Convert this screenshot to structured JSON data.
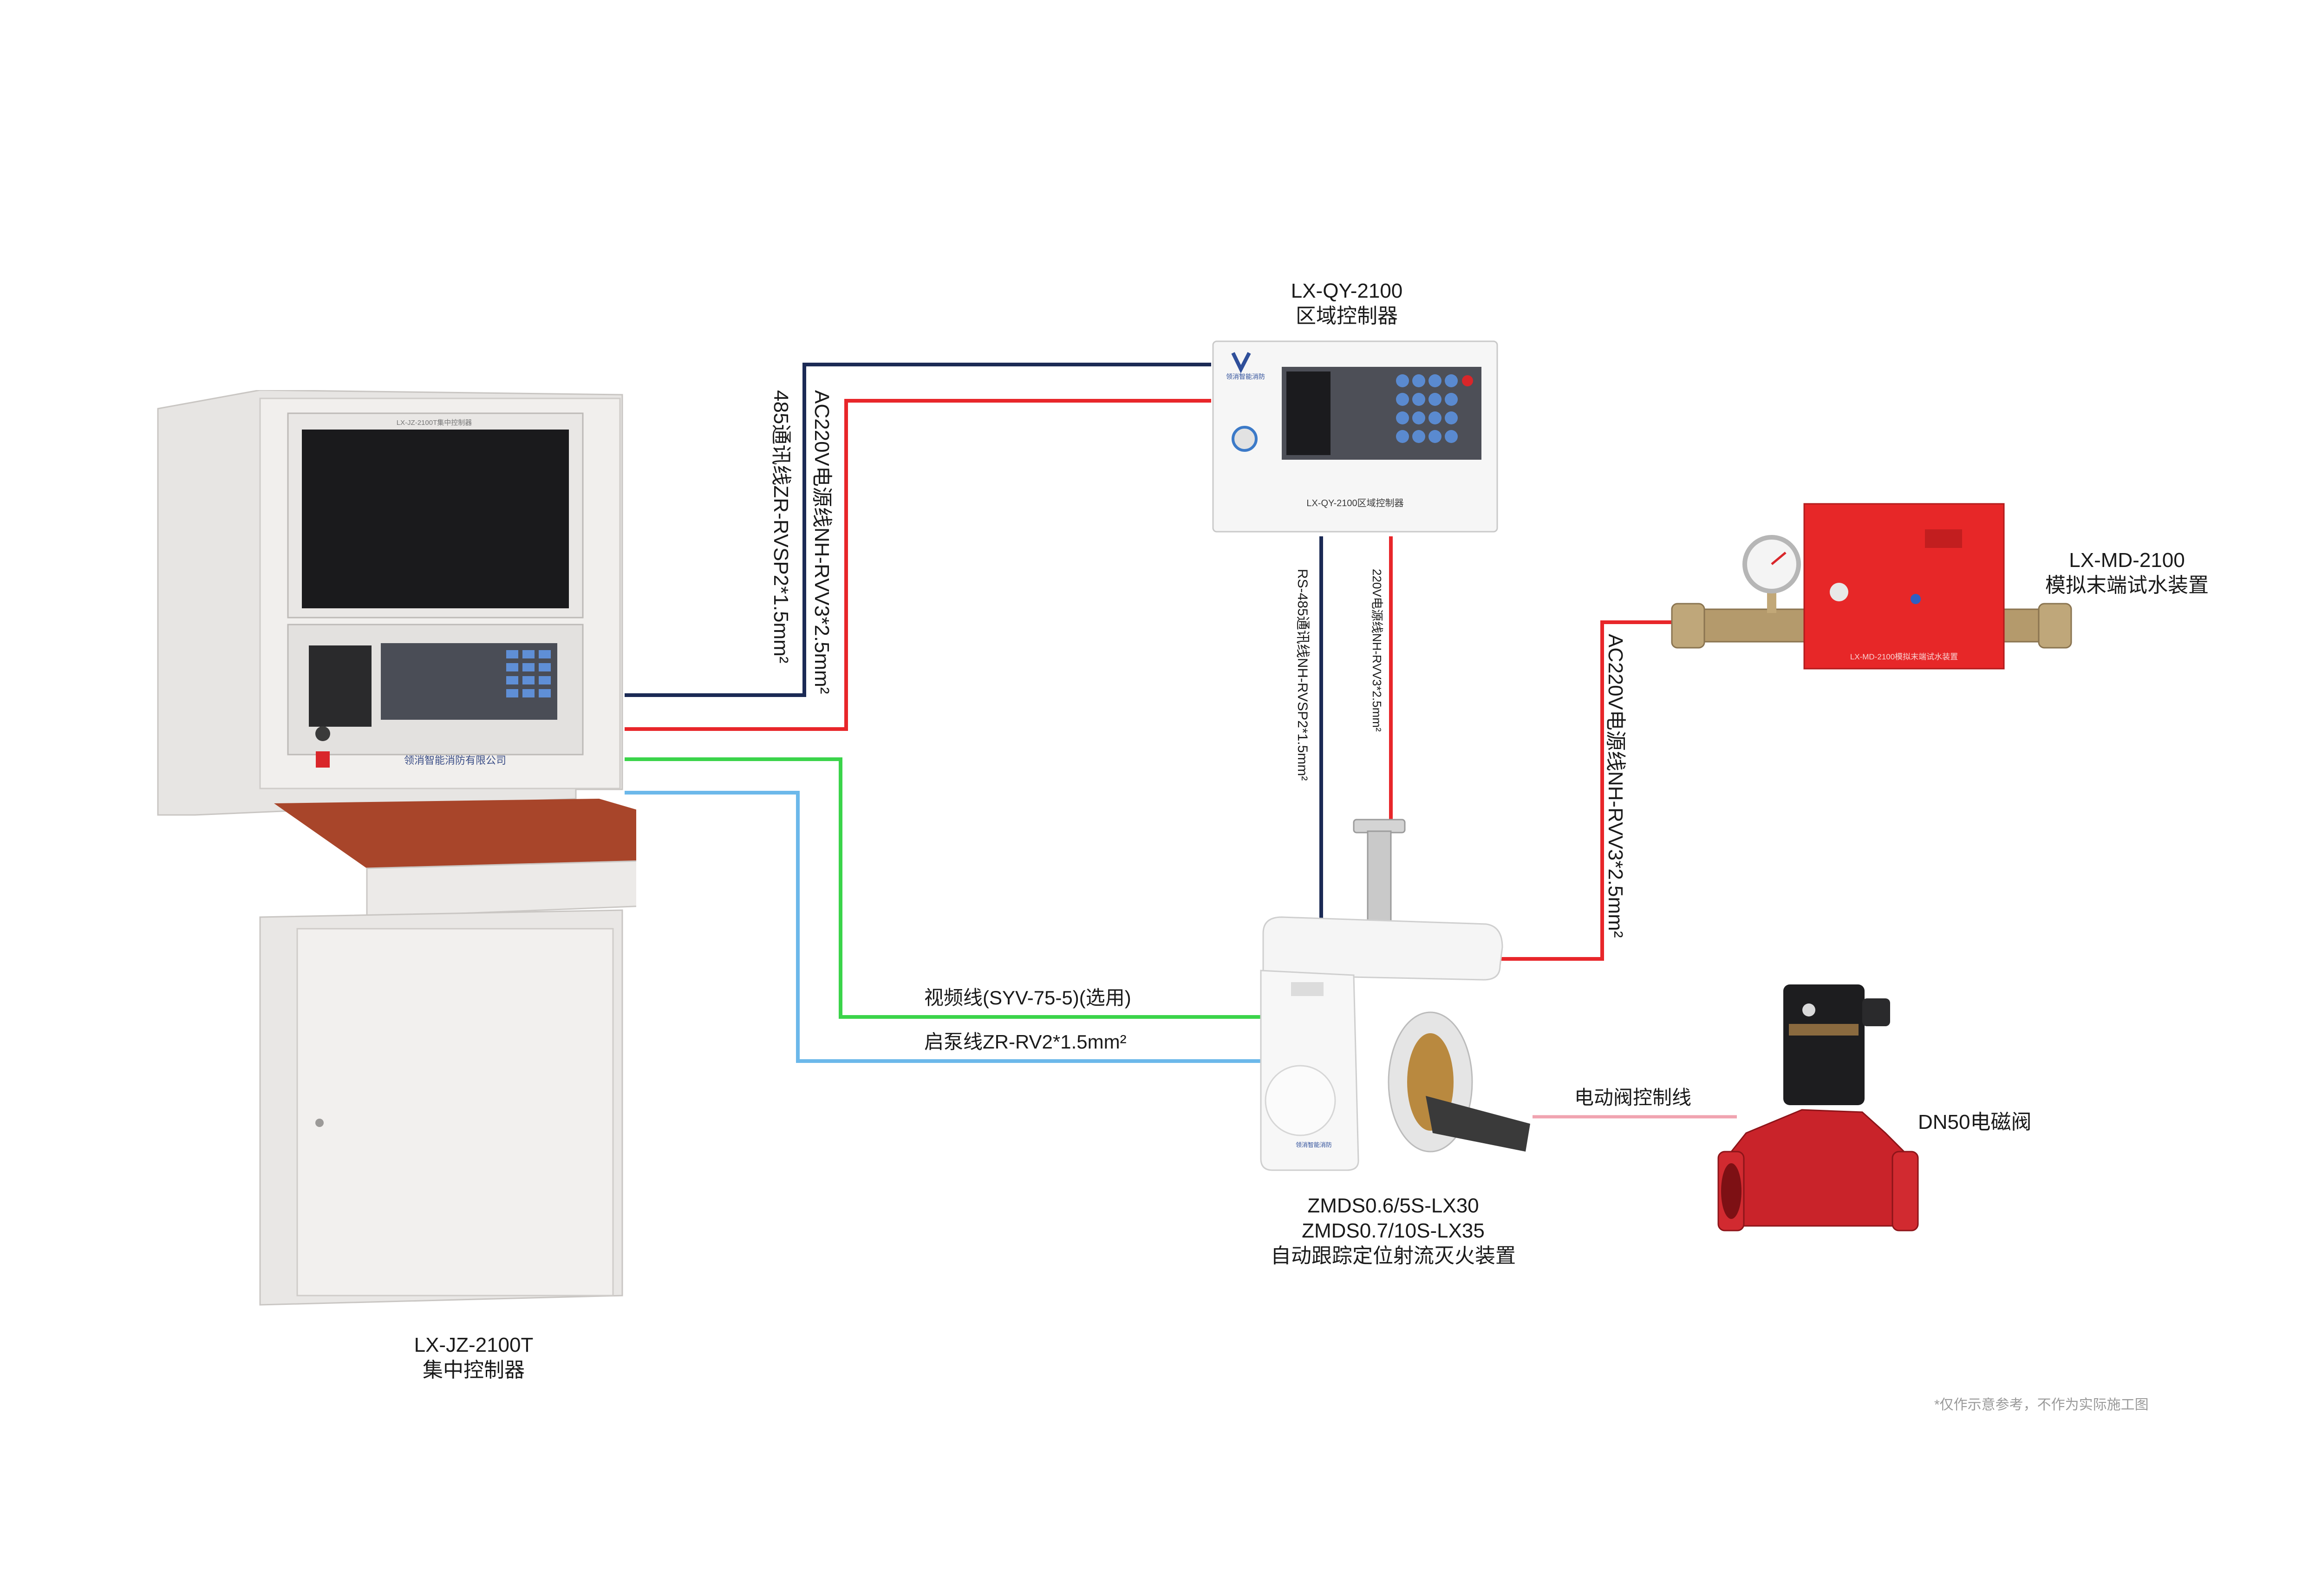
{
  "devices": {
    "central_controller": {
      "model": "LX-JZ-2100T",
      "name": "集中控制器",
      "screen_caption": "LX-JZ-2100T集中控制器",
      "brand": "领消智能消防有限公司"
    },
    "zone_controller": {
      "model": "LX-QY-2100",
      "name": "区域控制器",
      "brand": "领消智能消防",
      "panel_caption": "LX-QY-2100区域控制器"
    },
    "test_device": {
      "model": "LX-MD-2100",
      "name": "模拟末端试水装置",
      "panel_caption": "LX-MD-2100模拟末端试水装置"
    },
    "jet_device": {
      "model1": "ZMDS0.6/5S-LX30",
      "model2": "ZMDS0.7/10S-LX35",
      "name": "自动跟踪定位射流灭火装置",
      "brand": "领消智能消防"
    },
    "valve": {
      "name": "DN50电磁阀"
    }
  },
  "wires": {
    "rs485_main": "485通讯线ZR-RVSP2*1.5mm²",
    "power_main": "AC220V电源线NH-RVV3*2.5mm²",
    "rs485_zone": "RS-485通讯线NH-RVSP2*1.5mm²",
    "power_zone": "220V电源线NH-RVV3*2.5mm²",
    "power_test": "AC220V电源线NH-RVV3*2.5mm²",
    "video": "视频线(SYV-75-5)(选用)",
    "pump": "启泵线ZR-RV2*1.5mm²",
    "valve_ctrl": "电动阀控制线"
  },
  "colors": {
    "rs485": "#1b2a55",
    "power": "#e8262a",
    "video": "#3bd44a",
    "pump": "#6cb8ea",
    "valve_ctrl": "#f0a3b0"
  },
  "note": "*仅作示意参考，不作为实际施工图"
}
